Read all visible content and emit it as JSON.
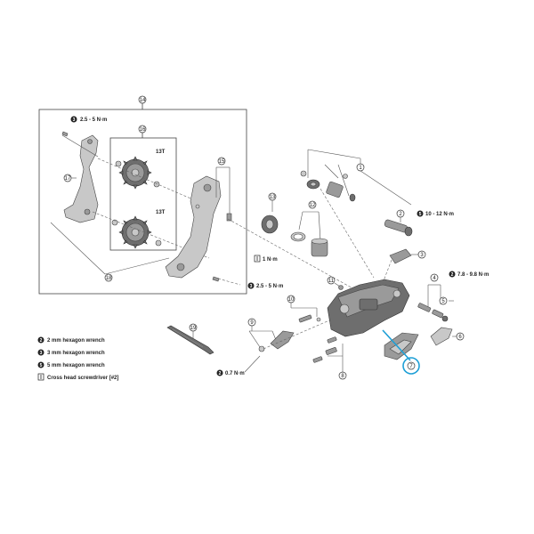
{
  "callouts": {
    "c1": "1",
    "c2": "2",
    "c3": "3",
    "c4": "4",
    "c5": "5",
    "c6": "6",
    "c7": "7",
    "c8": "8",
    "c9": "9",
    "c10": "10",
    "c11": "11",
    "c12": "12",
    "c13": "13",
    "c14": "14",
    "c15": "15",
    "c16": "16",
    "c17": "17",
    "c18": "18",
    "c19": "19"
  },
  "pulley_top_label": "13T",
  "pulley_bottom_label": "13T",
  "torque": {
    "t_outer_plate": "2.5 - 5 N·m",
    "t_pulley_screw": "1 N·m",
    "t_inner_plate": "2.5 - 5 N·m",
    "t_mount_bolt": "10 - 12 N·m",
    "t_adjust": "7.8 - 9.8 N·m",
    "t_cable": "0.7 N·m"
  },
  "tool_icons": {
    "hex2": "2",
    "hex3": "3",
    "hex5": "5"
  },
  "legend": {
    "items": [
      {
        "icon": "2",
        "text": "2 mm hexagon wrench"
      },
      {
        "icon": "3",
        "text": "3 mm hexagon wrench"
      },
      {
        "icon": "5",
        "text": "5 mm hexagon wrench"
      },
      {
        "icon": "",
        "text": "Cross head screwdriver [#2]"
      }
    ]
  },
  "highlight_color": "#1e9fd6"
}
